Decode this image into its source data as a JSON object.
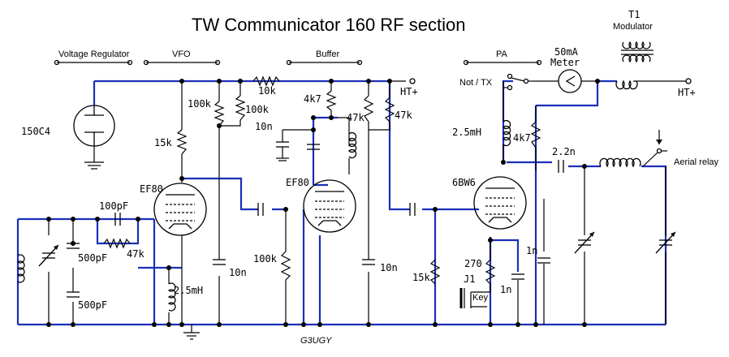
{
  "title": "TW Communicator 160 RF section",
  "sections": {
    "voltage_regulator": "Voltage Regulator",
    "vfo": "VFO",
    "buffer": "Buffer",
    "pa": "PA",
    "meter": "50mA\nMeter",
    "meter_line1": "50mA",
    "meter_line2": "Meter",
    "modulator_line1": "T1",
    "modulator_line2": "Modulator"
  },
  "tubes": {
    "regulator": "150C4",
    "vfo": "EF80",
    "buffer": "EF80",
    "pa": "6BW6"
  },
  "components": {
    "r_10k": "10k",
    "r_100k_a": "100k",
    "r_100k_b": "100k",
    "r_4k7_a": "4k7",
    "r_47k_a": "47k",
    "r_47k_b": "47k",
    "c_10n_a": "10n",
    "r_15k_a": "15k",
    "c_100pf": "100pF",
    "r_47k_c": "47k",
    "c_500pf_a": "500pF",
    "c_500pf_b": "500pF",
    "l_2_5mh_a": "2.5mH",
    "c_10n_b": "10n",
    "r_100k_c": "100k",
    "c_10n_c": "10n",
    "r_15k_b": "15k",
    "l_2_5mh_b": "2.5mH",
    "r_4k7_b": "4k7",
    "c_2_2n": "2.2n",
    "c_1n_a": "1n",
    "c_1n_b": "1n",
    "r_270": "270",
    "jack": "J1",
    "key": "Key",
    "switch": "Not / TX",
    "ht_1": "HT+",
    "ht_2": "HT+",
    "aerial_relay": "Aerial relay"
  },
  "credit": "G3UGY",
  "colors": {
    "wire": "#000000",
    "highlight": "#1a2fb8"
  }
}
